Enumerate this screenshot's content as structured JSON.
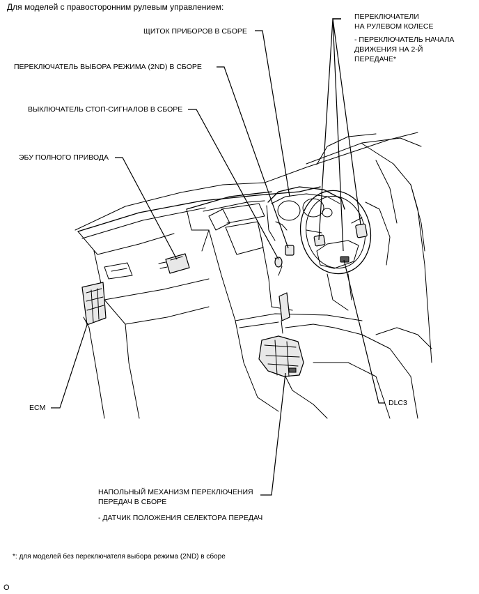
{
  "heading": "Для моделей с правосторонним рулевым управлением:",
  "labels": {
    "instrument_cluster": "ЩИТОК ПРИБОРОВ В СБОРЕ",
    "mode_switch": "ПЕРЕКЛЮЧАТЕЛЬ ВЫБОРА РЕЖИМА (2ND) В СБОРЕ",
    "stop_light_switch": "ВЫКЛЮЧАТЕЛЬ СТОП-СИГНАЛОВ В СБОРЕ",
    "fourwd_ecu": "ЭБУ ПОЛНОГО ПРИВОДА",
    "ecm": "ECM",
    "steering_switches_line1": "ПЕРЕКЛЮЧАТЕЛИ",
    "steering_switches_line2": "НА РУЛЕВОМ КОЛЕСЕ",
    "steering_sub_line1": "- ПЕРЕКЛЮЧАТЕЛЬ НАЧАЛА",
    "steering_sub_line2": "ДВИЖЕНИЯ НА 2-Й",
    "steering_sub_line3": "ПЕРЕДАЧЕ*",
    "dlc3": "DLC3",
    "shift_lever_line1": "НАПОЛЬНЫЙ МЕХАНИЗМ ПЕРЕКЛЮЧЕНИЯ",
    "shift_lever_line2": "ПЕРЕДАЧ В СБОРЕ",
    "shift_sensor": "- ДАТЧИК ПОЛОЖЕНИЯ СЕЛЕКТОРА ПЕРЕДАЧ"
  },
  "footnote": "*: для моделей без переключателя выбора режима (2ND) в сборе",
  "corner_mark": "O"
}
